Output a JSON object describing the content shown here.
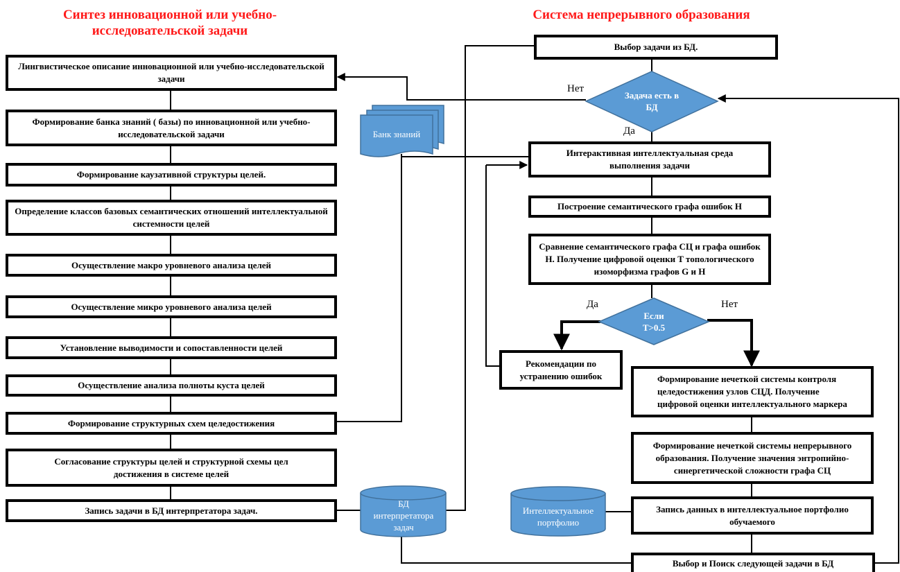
{
  "titles": {
    "left": "Синтез инновационной или учебно-исследовательской задачи",
    "right": "Система непрерывного образования"
  },
  "left_steps": [
    "Лингвистическое описание инновационной или учебно-исследовательской задачи",
    "Формирование банка знаний ( базы) по инновационной или учебно-исследовательской задачи",
    "Формирование каузативной структуры целей.",
    "Определение классов базовых семантических отношений интеллектуальной системности целей",
    "Осуществление макро уровневого анализа целей",
    "Осуществление микро уровневого анализа целей",
    "Установление выводимости и сопоставленности целей",
    "Осуществление анализа полноты куста целей",
    "Формирование структурных схем целедостижения",
    "Согласование структуры целей и структурной схемы цел достижения в системе целей",
    "Запись задачи в БД интерпретатора задач."
  ],
  "right_steps": {
    "select": "Выбор задачи из БД.",
    "env": "Интерактивная интеллектуальная среда выполнения задачи",
    "graph": "Построение семантического графа ошибок H",
    "compare": "Сравнение семантического графа СЦ и графа ошибок H. Получение цифровой оценки T топологического изоморфизма графов G и H",
    "recommend": "Рекомендации по устранению ошибок",
    "fuzzy_control": "Формирование нечеткой системы контроля целедостижения узлов СЦД. Получение цифровой оценки интеллектуального маркера",
    "fuzzy_system": "Формирование нечеткой системы непрерывного образования. Получение значения энтропийно-синергетической сложности графа СЦ",
    "portfolio_write": "Запись данных в интеллектуальное портфолио обучаемого",
    "next": "Выбор и Поиск следующей задачи в БД"
  },
  "decisions": {
    "in_db": "Задача есть в БД",
    "threshold": "Если T>0.5"
  },
  "branch_labels": {
    "no1": "Нет",
    "yes1": "Да",
    "yes2": "Да",
    "no2": "Нет"
  },
  "stores": {
    "knowledge_bank": "Банк знаний",
    "interpreter_db": "БД интерпретатора задач",
    "portfolio": "Интеллектуальное портфолио"
  },
  "colors": {
    "title": "#ff1a1a",
    "shape_fill": "#5b9bd5",
    "shape_stroke": "#41719c",
    "box_border": "#000000"
  }
}
